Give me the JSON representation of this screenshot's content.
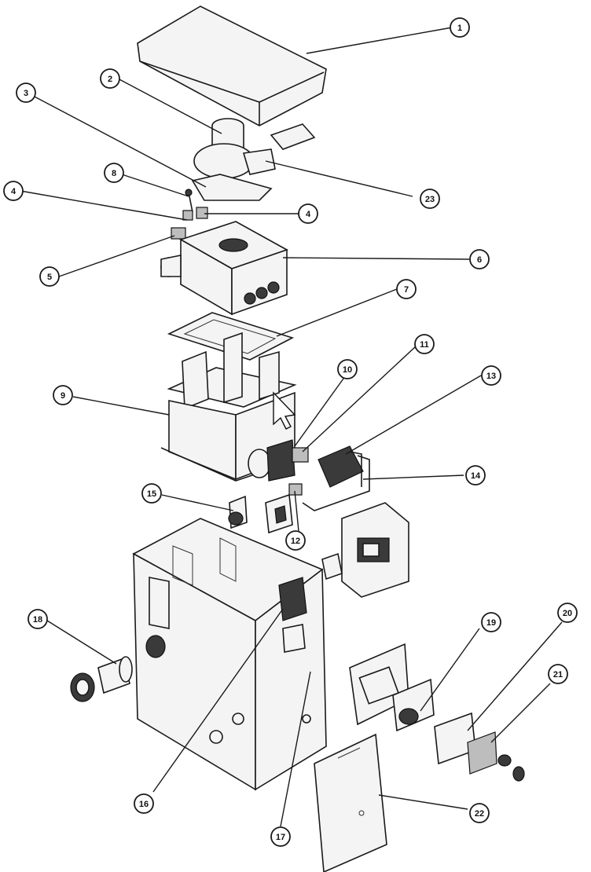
{
  "callouts": [
    {
      "id": "c1",
      "label": "1"
    },
    {
      "id": "c2",
      "label": "2"
    },
    {
      "id": "c3",
      "label": "3"
    },
    {
      "id": "c4a",
      "label": "4"
    },
    {
      "id": "c4b",
      "label": "4"
    },
    {
      "id": "c5",
      "label": "5"
    },
    {
      "id": "c6",
      "label": "6"
    },
    {
      "id": "c7",
      "label": "7"
    },
    {
      "id": "c8",
      "label": "8"
    },
    {
      "id": "c9",
      "label": "9"
    },
    {
      "id": "c10",
      "label": "10"
    },
    {
      "id": "c11",
      "label": "11"
    },
    {
      "id": "c12",
      "label": "12"
    },
    {
      "id": "c13",
      "label": "13"
    },
    {
      "id": "c14",
      "label": "14"
    },
    {
      "id": "c15",
      "label": "15"
    },
    {
      "id": "c16",
      "label": "16"
    },
    {
      "id": "c17",
      "label": "17"
    },
    {
      "id": "c18",
      "label": "18"
    },
    {
      "id": "c19",
      "label": "19"
    },
    {
      "id": "c20",
      "label": "20"
    },
    {
      "id": "c21",
      "label": "21"
    },
    {
      "id": "c22",
      "label": "22"
    },
    {
      "id": "c23",
      "label": "23"
    }
  ]
}
